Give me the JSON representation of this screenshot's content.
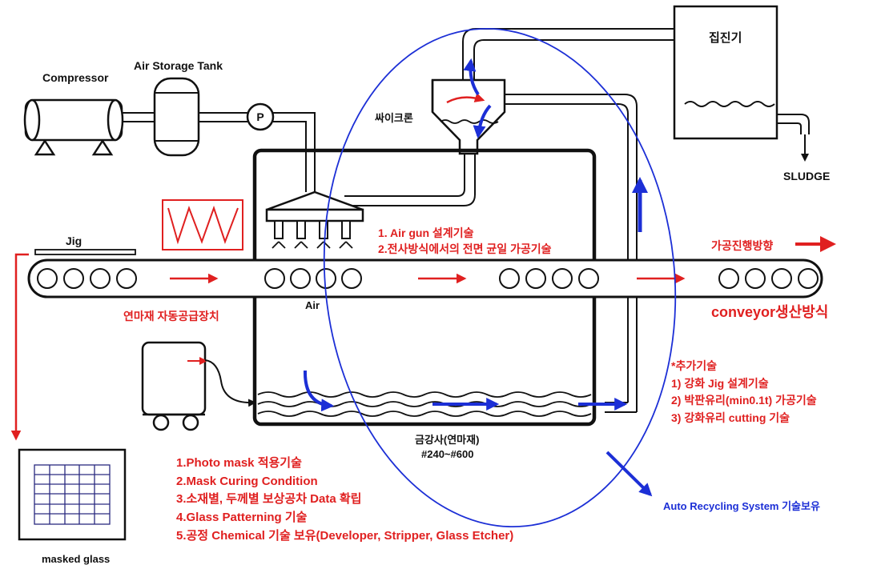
{
  "labels": {
    "compressor": "Compressor",
    "air_storage_tank": "Air Storage Tank",
    "pump": "P",
    "dust_collector": "집진기",
    "cyclone": "싸이크론",
    "sludge": "SLUDGE",
    "jig": "Jig",
    "air": "Air",
    "abrasive_feeder": "연마재 자동공급장치",
    "direction": "가공진행방향",
    "conveyor": "conveyor생산방식",
    "abrasive": "금강사(연마재)",
    "grit": "#240~#600",
    "masked_glass": "masked glass",
    "auto_recycling": "Auto Recycling System 기술보유"
  },
  "airgun_notes": [
    "1. Air gun 설계기술",
    "2.전사방식에서의 전면 균일 가공기술"
  ],
  "extra_tech": {
    "title": "*추가기술",
    "items": [
      "1) 강화 Jig 설계기술",
      "2) 박판유리(min0.1t) 가공기술",
      "3) 강화유리 cutting 기술"
    ]
  },
  "mask_tech": [
    "1.Photo mask 적용기술",
    "2.Mask Curing Condition",
    "3.소재별, 두께별 보상공차 Data 확립",
    "4.Glass Patterning 기술",
    "5.공정 Chemical 기술 보유(Developer, Stripper, Glass Etcher)"
  ],
  "colors": {
    "red": "#e02020",
    "blue": "#1c2fd6",
    "black": "#111111"
  }
}
